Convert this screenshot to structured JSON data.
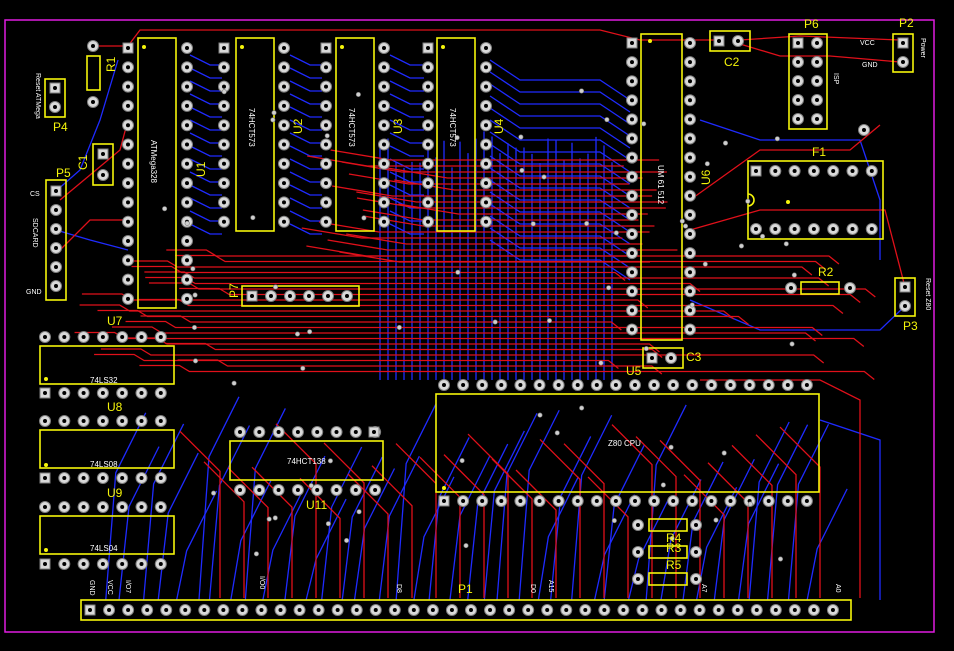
{
  "colors": {
    "background": "#000000",
    "board_edge": "#e01ce0",
    "silkscreen": "#f5f50a",
    "top_copper": "#e0101a",
    "bottom_copper": "#1f2bff",
    "pad": "#d9d9d9"
  },
  "refs": {
    "R1": "R1",
    "R2": "R2",
    "R3": "R3",
    "R4": "R4",
    "R5": "R5",
    "C1": "C1",
    "C2": "C2",
    "C3": "C3",
    "U1": "U1",
    "U2": "U2",
    "U3": "U3",
    "U4": "U4",
    "U5": "U5",
    "U6": "U6",
    "U7": "U7",
    "U8": "U8",
    "U9": "U9",
    "U11": "U11",
    "P1": "P1",
    "P2": "P2",
    "P3": "P3",
    "P4": "P4",
    "P5": "P5",
    "P6": "P6",
    "P7": "P7",
    "F1": "F1"
  },
  "labels": {
    "u1": "ATMega328",
    "u2": "74HCT573",
    "u3": "74HCT573",
    "u4": "74HCT573",
    "u6": "UM 61 512",
    "u5": "Z80 CPU",
    "u7": "74LS32",
    "u8": "74LS08",
    "u9": "74LS04",
    "u11": "74HCT138",
    "reset_atmega": "Reset ATMega",
    "reset_z80": "Reset Z80",
    "power": "Power",
    "vcc": "VCC",
    "gnd": "GND",
    "isp": "ISP",
    "cs": "CS",
    "sdcard": "SDCARD",
    "p5_gnd": "GND",
    "p1_gnd": "GND",
    "p1_vcc": "VCC",
    "p1_io7": "I/O7",
    "p1_io0": "I/O0",
    "p1_d8": "D8",
    "p1_d0": "D0",
    "p1_a15": "A15",
    "p1_a7": "A7",
    "p1_a0": "A0"
  }
}
